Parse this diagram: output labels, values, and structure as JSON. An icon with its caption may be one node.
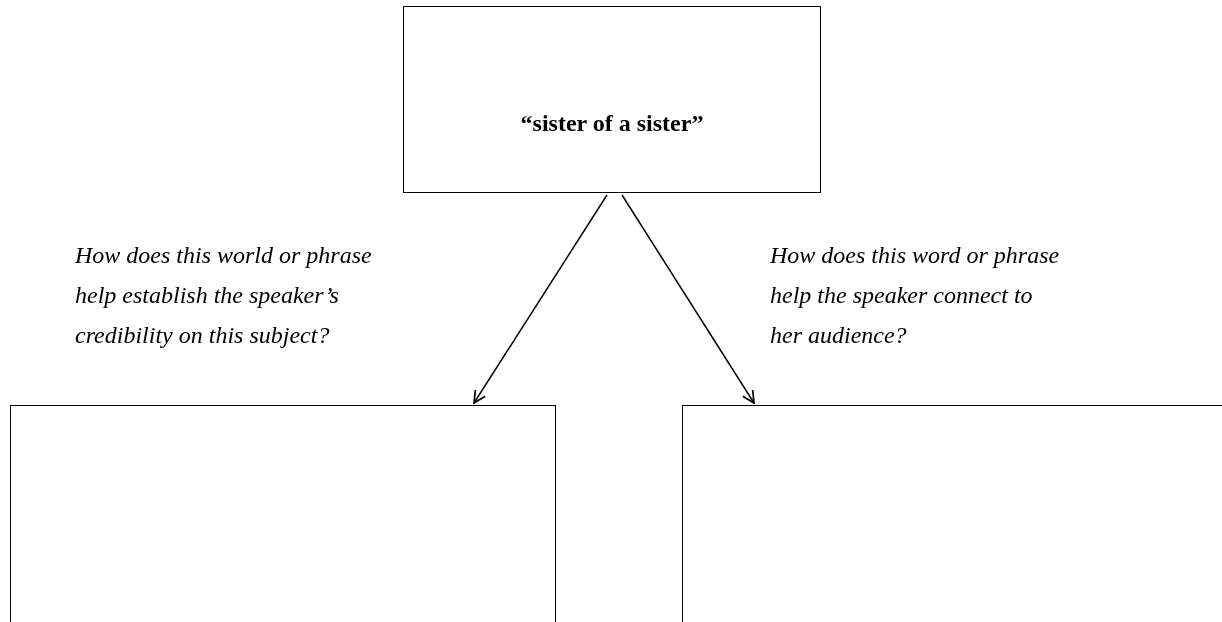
{
  "diagram": {
    "nodes": [
      {
        "text": [
          "“sister of a sister”"
        ]
      },
      {
        "text": [],
        "shape": "box"
      },
      {
        "text": [],
        "shape": "box"
      }
    ],
    "edges": [
      {
        "from": 0,
        "to": 1,
        "arrow": "to",
        "label": "How does this world or phrase help establish the speaker’s credibility on this subject?"
      },
      {
        "from": 0,
        "to": 2,
        "arrow": "to",
        "label": "How does this word or phrase help the speaker connect to her audience?"
      }
    ]
  }
}
